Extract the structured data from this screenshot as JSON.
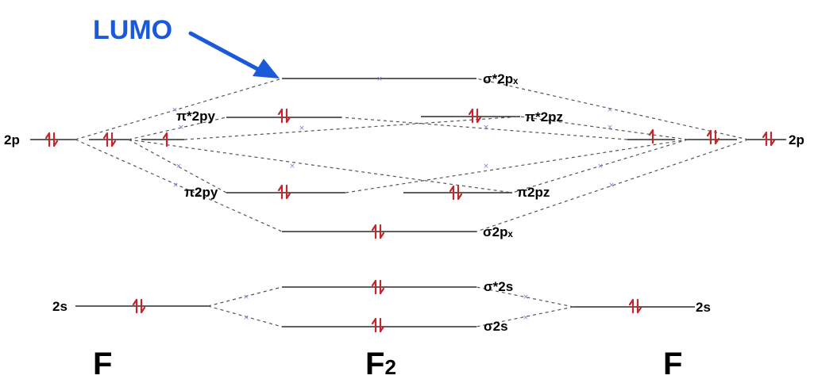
{
  "colors": {
    "electron": "#c0282d",
    "lumo": "#1a5ad8",
    "line": "#000000",
    "dash": "#555555",
    "cross": "#7a86d6"
  },
  "title_lumo": "LUMO",
  "bottom": {
    "left_atom": "F",
    "molecule": "F",
    "molecule_sub": "2",
    "right_atom": "F"
  },
  "left_atom": {
    "p_label": "2p",
    "s_label": "2s",
    "p_electrons": [
      2,
      2,
      1
    ],
    "s_electrons": 2
  },
  "right_atom": {
    "p_label": "2p",
    "s_label": "2s",
    "p_electrons": [
      1,
      2,
      2
    ],
    "s_electrons": 2
  },
  "mo": {
    "sigma_star_2px": {
      "label": "σ*2pₓ",
      "electrons": 0
    },
    "pi_star_2py": {
      "label": "π*2py",
      "electrons": 2
    },
    "pi_star_2pz": {
      "label": "π*2pz",
      "electrons": 2
    },
    "pi_2py": {
      "label": "π2py",
      "electrons": 2
    },
    "pi_2pz": {
      "label": "π2pz",
      "electrons": 2
    },
    "sigma_2px": {
      "label": "σ2pₓ",
      "electrons": 2
    },
    "sigma_star_2s": {
      "label": "σ*2s",
      "electrons": 2
    },
    "sigma_2s": {
      "label": "σ2s",
      "electrons": 2
    }
  }
}
